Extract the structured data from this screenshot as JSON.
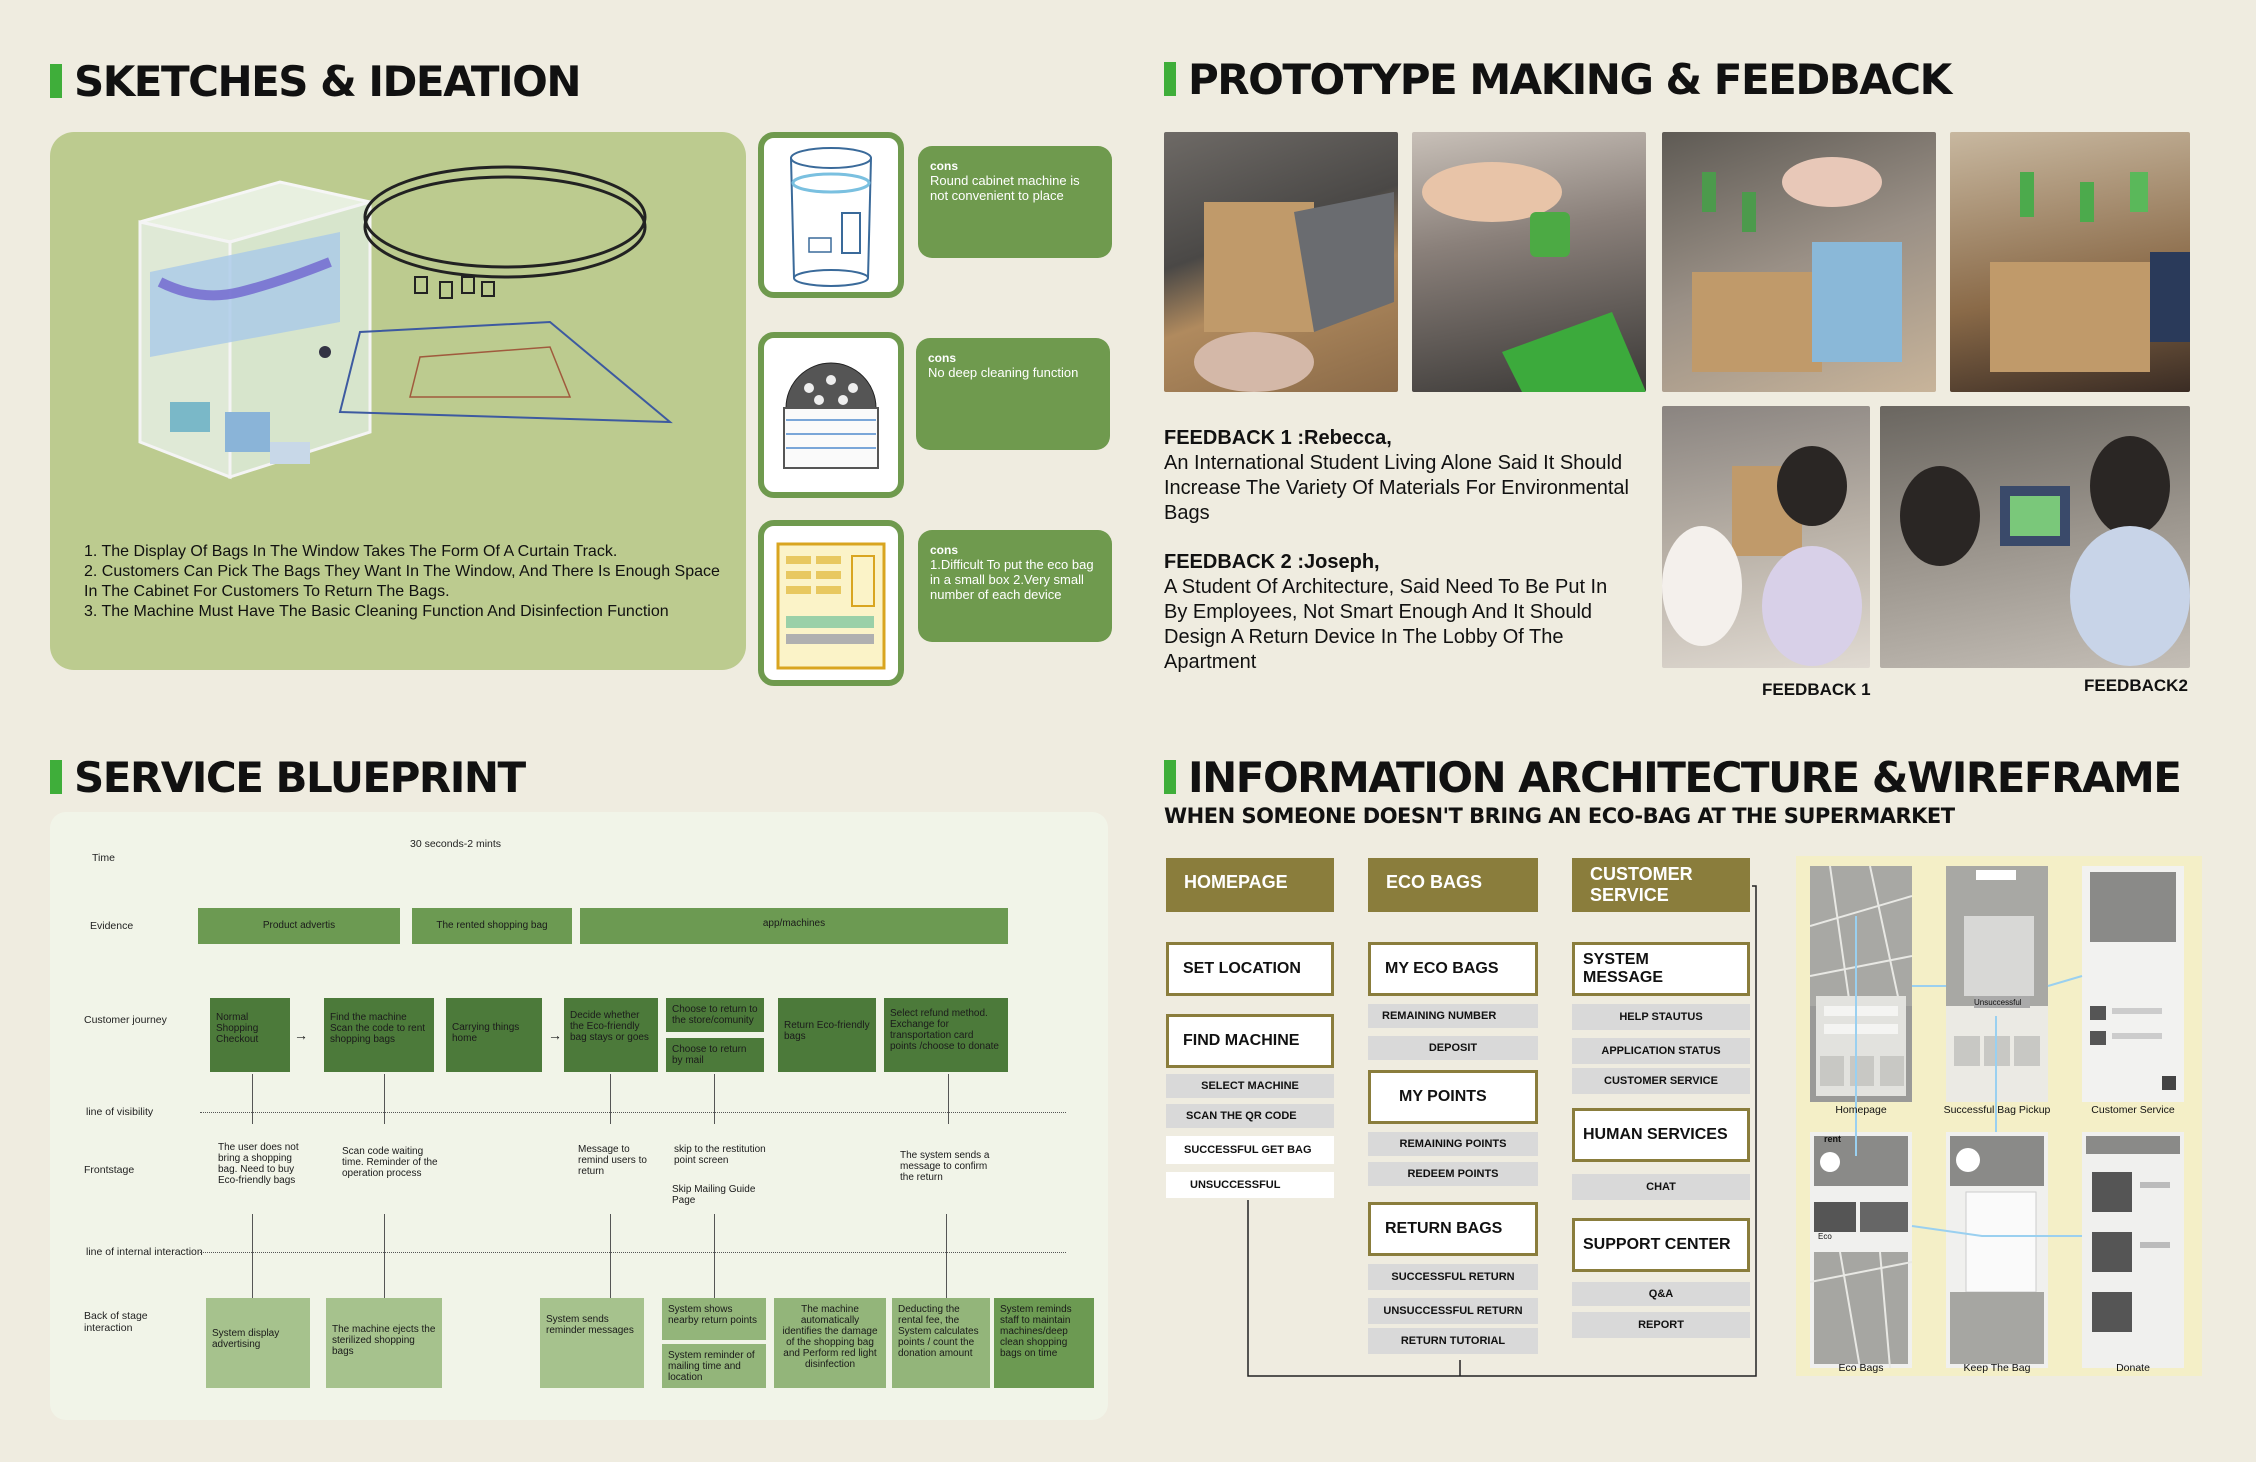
{
  "sketches": {
    "title": "SKETCHES & IDEATION",
    "notes": [
      "1. The Display Of Bags In The Window Takes The Form Of A Curtain Track.",
      "2. Customers Can Pick The Bags They Want In The Window, And There Is Enough Space In The Cabinet For Customers To Return The Bags.",
      "3. The Machine Must Have The Basic Cleaning Function And Disinfection Function"
    ],
    "cons": [
      {
        "head": "cons",
        "text": "Round cabinet machine is not convenient to place"
      },
      {
        "head": "cons",
        "text": "No deep cleaning function"
      },
      {
        "head": "cons",
        "text": "1.Difficult To put the eco bag in a small box 2.Very small number of each device"
      }
    ]
  },
  "prototype": {
    "title": "PROTOTYPE MAKING & FEEDBACK",
    "feedback1_title": "FEEDBACK 1 :Rebecca,",
    "feedback1_body": "An International Student Living Alone Said It Should Increase The Variety Of Materials For Environmental Bags",
    "feedback2_title": "FEEDBACK 2 :Joseph,",
    "feedback2_body": "A Student Of Architecture, Said  Need To Be Put In By Employees, Not Smart Enough And It Should  Design A Return Device In The Lobby Of The Apartment",
    "label1": "FEEDBACK 1",
    "label2": "FEEDBACK2"
  },
  "blueprint": {
    "title": "SERVICE BLUEPRINT",
    "time_value": "30 seconds-2 mints",
    "rows": {
      "time": "Time",
      "evidence": "Evidence",
      "journey": "Customer journey",
      "visibility": "line of visibility",
      "frontstage": "Frontstage",
      "internal": "line of internal interaction",
      "backstage": "Back of stage interaction"
    },
    "evidence": [
      "Product advertis",
      "The rented shopping bag",
      "app/machines"
    ],
    "journey": [
      "Normal Shopping Checkout",
      "Find the machine Scan the code to rent shopping bags",
      "Carrying things home",
      "Decide whether the Eco-friendly bag stays or goes",
      "Choose to return to the store/comunity",
      "Choose to return by mail",
      "Return  Eco-friendly bags",
      "Select refund method. Exchange for transportation card points /choose to donate"
    ],
    "frontstage": [
      "The user does not bring a shopping bag. Need to buy Eco-friendly bags",
      "Scan code waiting time. Reminder of the operation process",
      "Message to remind users to return",
      "skip to the restitution point screen",
      "Skip Mailing Guide Page",
      "The system sends a message to confirm the return"
    ],
    "backstage": [
      "System display advertising",
      "The machine ejects the sterilized shopping bags",
      "System sends reminder messages",
      "System shows nearby return points",
      "System reminder of mailing time and location",
      "The machine automatically identifies the damage of the shopping bag and Perform red light disinfection",
      "Deducting the rental fee, the System calculates points / count the donation amount",
      "System reminds staff to maintain machines/deep clean shopping bags on time"
    ]
  },
  "ia": {
    "title": "INFORMATION ARCHITECTURE &WIREFRAME",
    "subtitle": "WHEN SOMEONE DOESN'T BRING AN ECO-BAG AT THE SUPERMARKET",
    "col1_head": "HOMEPAGE",
    "col2_head": "ECO BAGS",
    "col3_head": "CUSTOMER SERVICE",
    "set_location": "SET LOCATION",
    "find_machine": "FIND MACHINE",
    "select_machine": "SELECT MACHINE",
    "scan_qr": "SCAN THE QR CODE",
    "successful_get": "SUCCESSFUL GET BAG",
    "unsuccessful": "UNSUCCESSFUL",
    "my_eco_bags": "MY ECO BAGS",
    "remaining_number": "REMAINING NUMBER",
    "deposit": "DEPOSIT",
    "my_points": "MY POINTS",
    "remaining_points": "REMAINING POINTS",
    "redeem_points": "REDEEM POINTS",
    "return_bags": "RETURN BAGS",
    "successful_return": "SUCCESSFUL RETURN",
    "unsuccessful_return": "UNSUCCESSFUL RETURN",
    "return_tutorial": "RETURN TUTORIAL",
    "system_message": "SYSTEM MESSAGE",
    "help_status": "HELP STAUTUS",
    "application_status": "APPLICATION STATUS",
    "customer_service": "CUSTOMER SERVICE",
    "human_services": "HUMAN SERVICES",
    "chat": "CHAT",
    "support_center": "SUPPORT CENTER",
    "qa": "Q&A",
    "report": "REPORT",
    "wireframes": {
      "captions": [
        "Homepage",
        "Successful Bag Pickup",
        "Customer Service",
        "Eco Bags",
        "Keep The Bag",
        "Donate"
      ],
      "unsuccessful_tag": "Unsuccessful",
      "rent_tag": "rent",
      "eco_tag": "Eco"
    }
  },
  "colors": {
    "accent_green": "#3fae3a",
    "sketch_bg": "#bccb8f",
    "cons_green": "#6f9a4e",
    "ia_olive": "#8a7d3c",
    "page_bg": "#efece0"
  }
}
